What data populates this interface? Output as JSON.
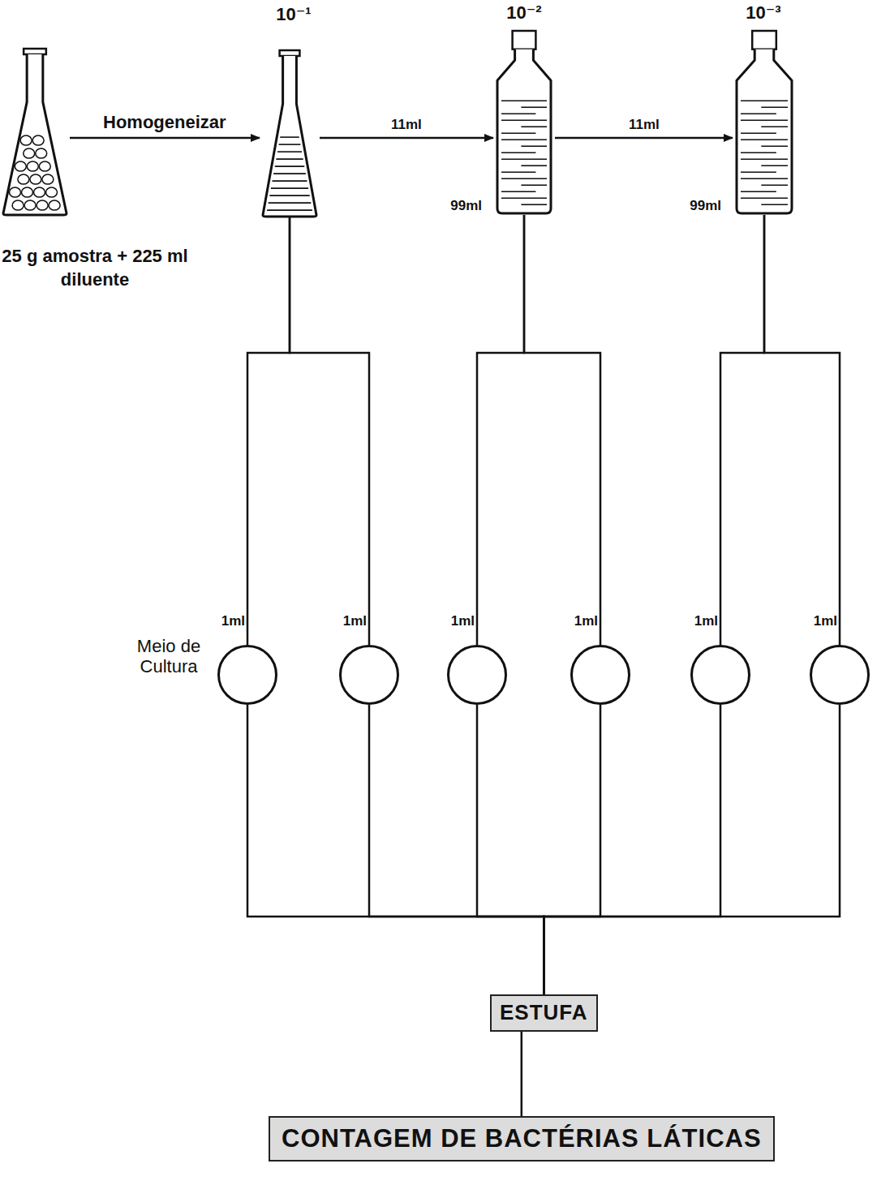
{
  "diagram": {
    "nodes": [
      {
        "text": [
          "25 g amostra + 225 ml diluente"
        ]
      },
      {
        "text": [
          "10⁻¹"
        ]
      },
      {
        "text": [
          "10⁻²",
          "99ml"
        ]
      },
      {
        "text": [
          "10⁻³",
          "99ml"
        ]
      },
      {
        "text": [
          "1ml"
        ]
      },
      {
        "text": [
          "1ml"
        ]
      },
      {
        "text": [
          "1ml"
        ]
      },
      {
        "text": [
          "1ml"
        ]
      },
      {
        "text": [
          "1ml"
        ]
      },
      {
        "text": [
          "1ml"
        ]
      },
      {
        "text": [
          "ESTUFA"
        ]
      },
      {
        "text": [
          "CONTAGEM DE BACTÉRIAS LÁTICAS"
        ]
      }
    ],
    "edges": [
      {
        "from": 0,
        "to": 1,
        "arrow": "to",
        "label": "Homogeneizar"
      },
      {
        "from": 1,
        "to": 2,
        "arrow": "to",
        "label": "11ml"
      },
      {
        "from": 2,
        "to": 3,
        "arrow": "to",
        "label": "11ml"
      },
      {
        "from": 1,
        "to": 4,
        "arrow": "none"
      },
      {
        "from": 1,
        "to": 5,
        "arrow": "none"
      },
      {
        "from": 2,
        "to": 6,
        "arrow": "none"
      },
      {
        "from": 2,
        "to": 7,
        "arrow": "none"
      },
      {
        "from": 3,
        "to": 8,
        "arrow": "none"
      },
      {
        "from": 3,
        "to": 9,
        "arrow": "none"
      },
      {
        "from": 4,
        "to": 10,
        "arrow": "none"
      },
      {
        "from": 5,
        "to": 10,
        "arrow": "none"
      },
      {
        "from": 6,
        "to": 10,
        "arrow": "none"
      },
      {
        "from": 7,
        "to": 10,
        "arrow": "none"
      },
      {
        "from": 8,
        "to": 10,
        "arrow": "none"
      },
      {
        "from": 9,
        "to": 10,
        "arrow": "none"
      },
      {
        "from": 10,
        "to": 11,
        "arrow": "none"
      }
    ],
    "labels": [
      "Meio de Cultura"
    ]
  }
}
